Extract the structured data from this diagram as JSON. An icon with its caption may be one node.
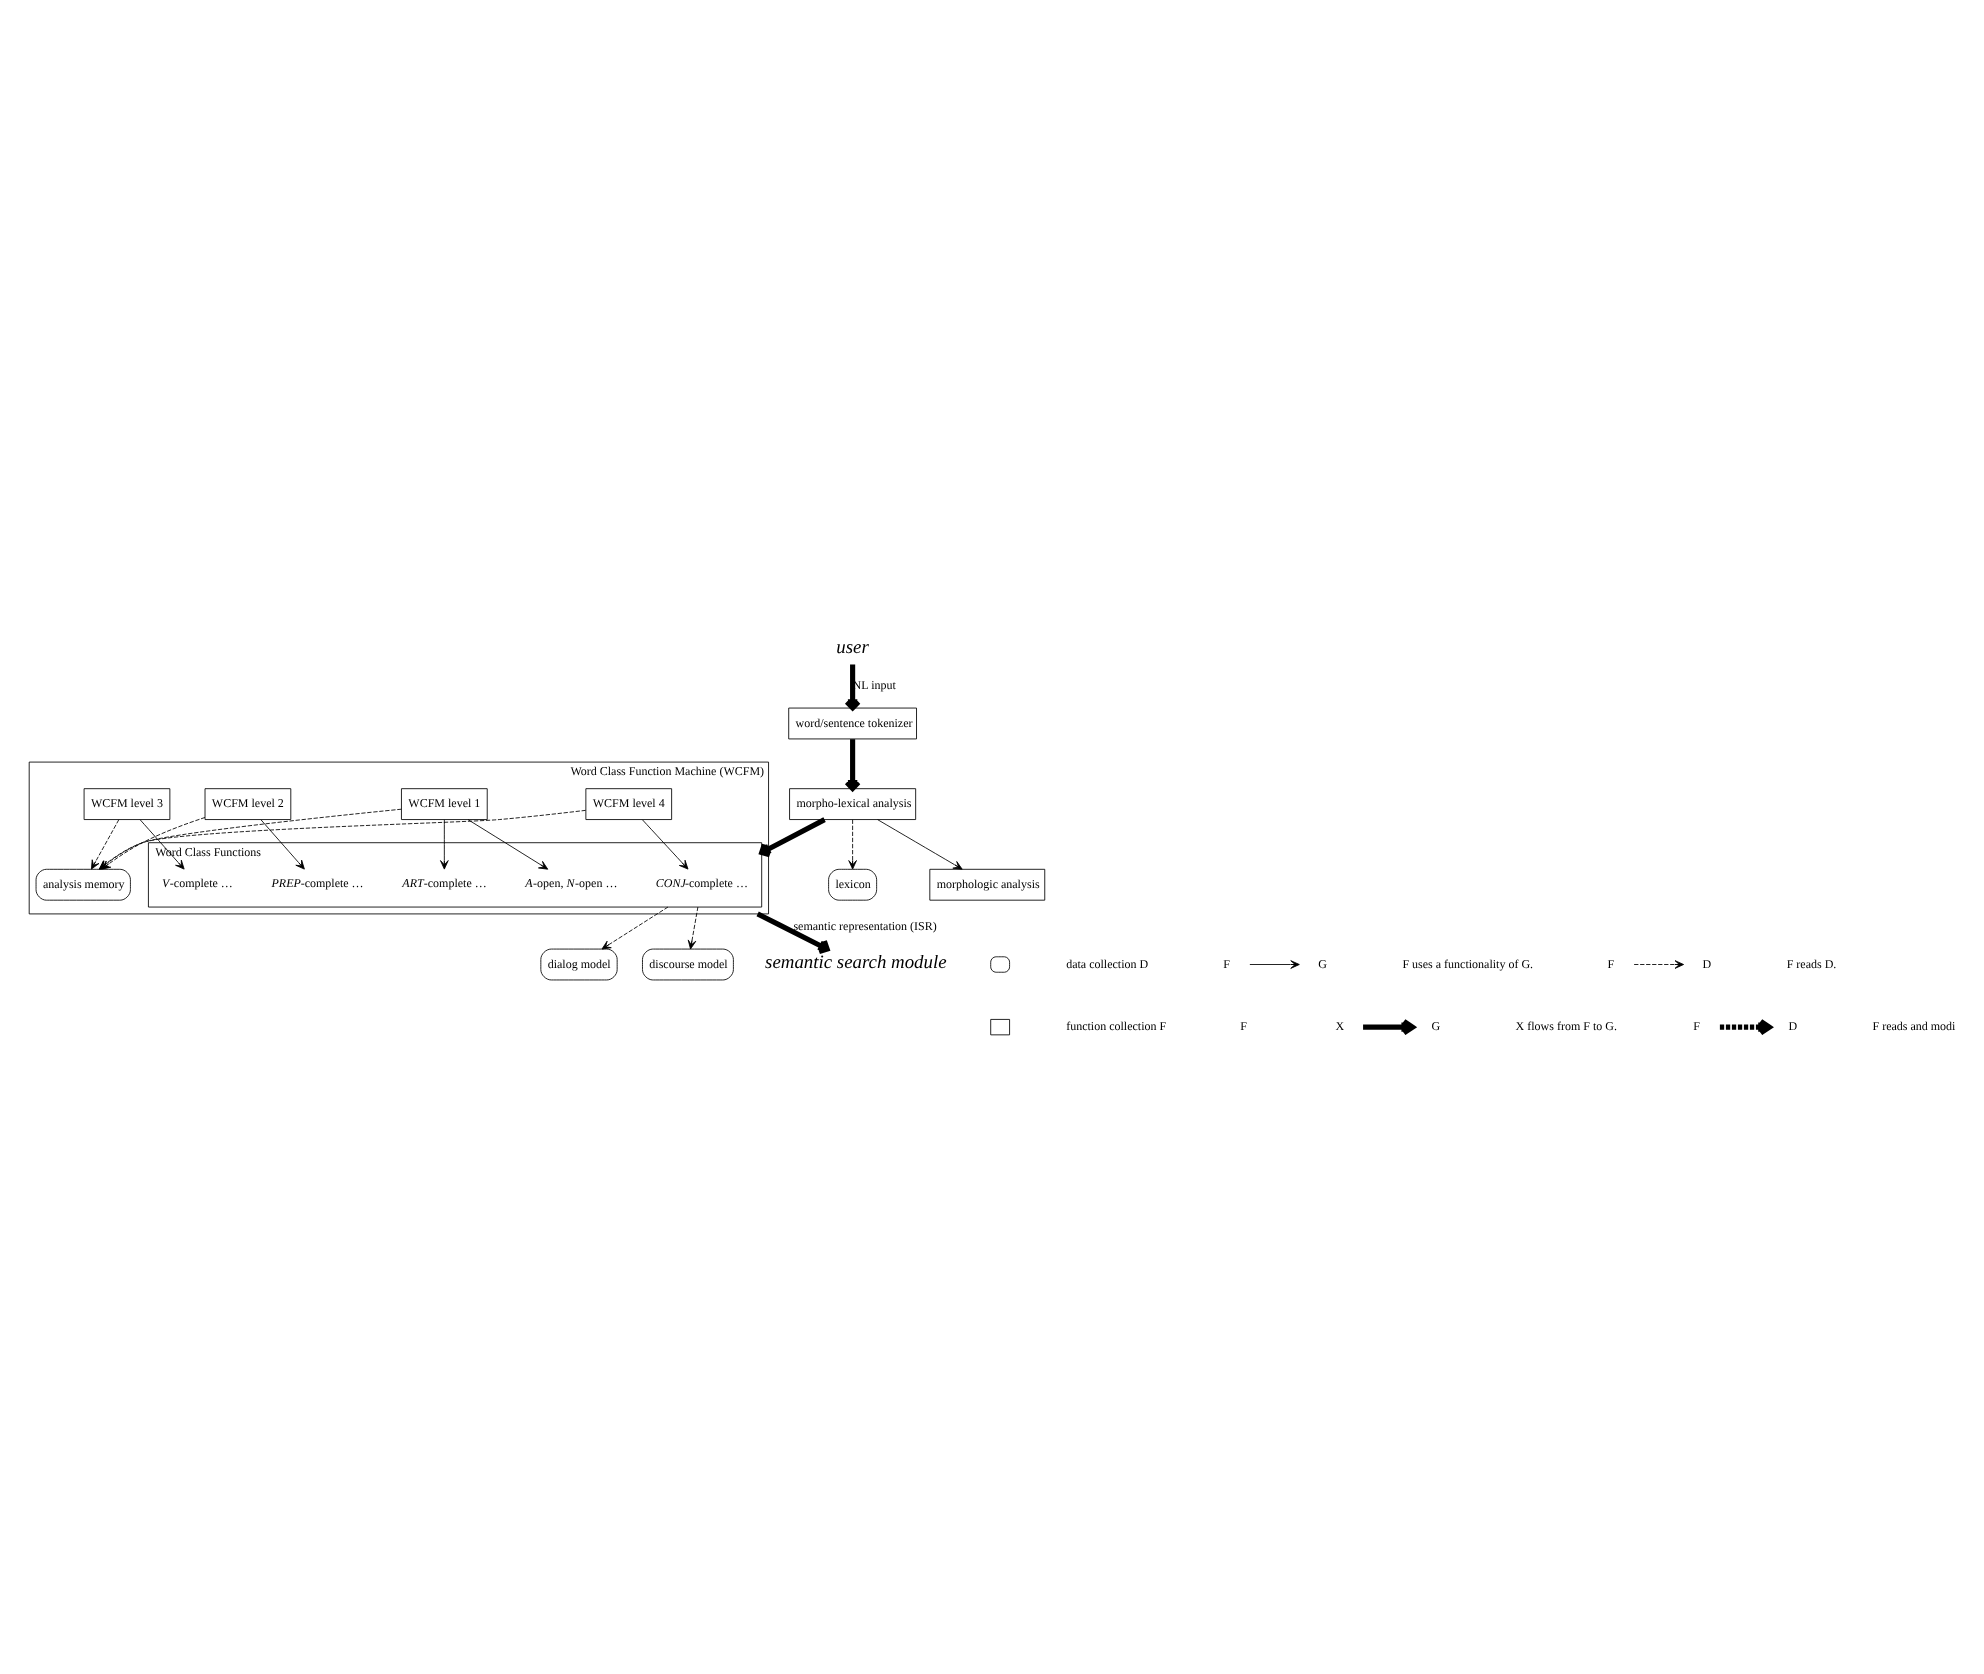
{
  "diagram": {
    "nodes": [
      {
        "text": [
          "Word Class Function Machine (WCFM)"
        ]
      },
      {
        "text": [
          "Word Class Functions"
        ],
        "in": 0
      },
      {
        "text": [
          "*CONJ*-complete …"
        ],
        "in": 1
      },
      {
        "text": [
          "*V*-complete …"
        ],
        "in": 1
      },
      {
        "text": [
          "*PREP*-complete …"
        ],
        "in": 1
      },
      {
        "text": [
          "*ART*-complete …"
        ],
        "in": 1
      },
      {
        "text": [
          "*A*-open, *N*-open …"
        ],
        "in": 1
      },
      {
        "text": [
          "WCFM level 4"
        ],
        "in": 0
      },
      {
        "text": [
          "WCFM level 3"
        ],
        "in": 0
      },
      {
        "text": [
          "WCFM level 2"
        ],
        "in": 0
      },
      {
        "text": [
          "WCFM level 1"
        ],
        "in": 0
      },
      {
        "text": [
          "analysis memory"
        ],
        "in": 0
      },
      {
        "text": [
          "dialog model"
        ]
      },
      {
        "text": [
          "discourse model"
        ]
      },
      {
        "text": [
          "lexicon"
        ]
      },
      {
        "text": [
          "morpho-lexical analysis"
        ]
      },
      {
        "text": [
          "morphologic analysis"
        ]
      },
      {
        "text": [
          "word/sentence tokenizer"
        ]
      },
      {
        "text": [
          "user"
        ]
      },
      {
        "text": [
          "semantic search module"
        ]
      }
    ],
    "edges": [
      {
        "from": 7,
        "to": 2,
        "arrow": "to"
      },
      {
        "from": 8,
        "to": 3,
        "arrow": "to"
      },
      {
        "from": 9,
        "to": 4,
        "arrow": "to"
      },
      {
        "from": 10,
        "to": 5,
        "arrow": "to"
      },
      {
        "from": 10,
        "to": 6,
        "arrow": "to"
      },
      {
        "from": 7,
        "to": 11,
        "arrow": "to",
        "style": "dashed"
      },
      {
        "from": 8,
        "to": 11,
        "arrow": "to",
        "style": "dashed"
      },
      {
        "from": 9,
        "to": 11,
        "arrow": "to",
        "style": "dashed"
      },
      {
        "from": 10,
        "to": 11,
        "arrow": "to",
        "style": "dashed"
      },
      {
        "from": 1,
        "to": 12,
        "arrow": "to",
        "style": "dashed"
      },
      {
        "from": 1,
        "to": 13,
        "arrow": "to",
        "style": "dashed"
      },
      {
        "from": 15,
        "to": 1,
        "arrow": "to",
        "style": "thick"
      },
      {
        "from": 15,
        "to": 14,
        "arrow": "to",
        "style": "dashed"
      },
      {
        "from": 15,
        "to": 16,
        "arrow": "to"
      },
      {
        "from": 17,
        "to": 15,
        "arrow": "to",
        "style": "thick"
      },
      {
        "from": 18,
        "to": 17,
        "arrow": "to",
        "style": "thick",
        "label": "NL input"
      },
      {
        "from": 0,
        "to": 19,
        "arrow": "to",
        "style": "thick",
        "label": "semantic representation (ISR)"
      }
    ],
    "labels": [
      "F",
      "G",
      "F",
      "D",
      "F",
      "X",
      "G",
      "F",
      "D"
    ],
    "legend": [
      {
        "text": "data collection D"
      },
      {
        "text": "F uses a functionality of G."
      },
      {
        "text": "F reads D."
      },
      {
        "text": "function collection F"
      },
      {
        "text": "X flows from F to G."
      },
      {
        "text": "F reads and modi"
      }
    ]
  }
}
